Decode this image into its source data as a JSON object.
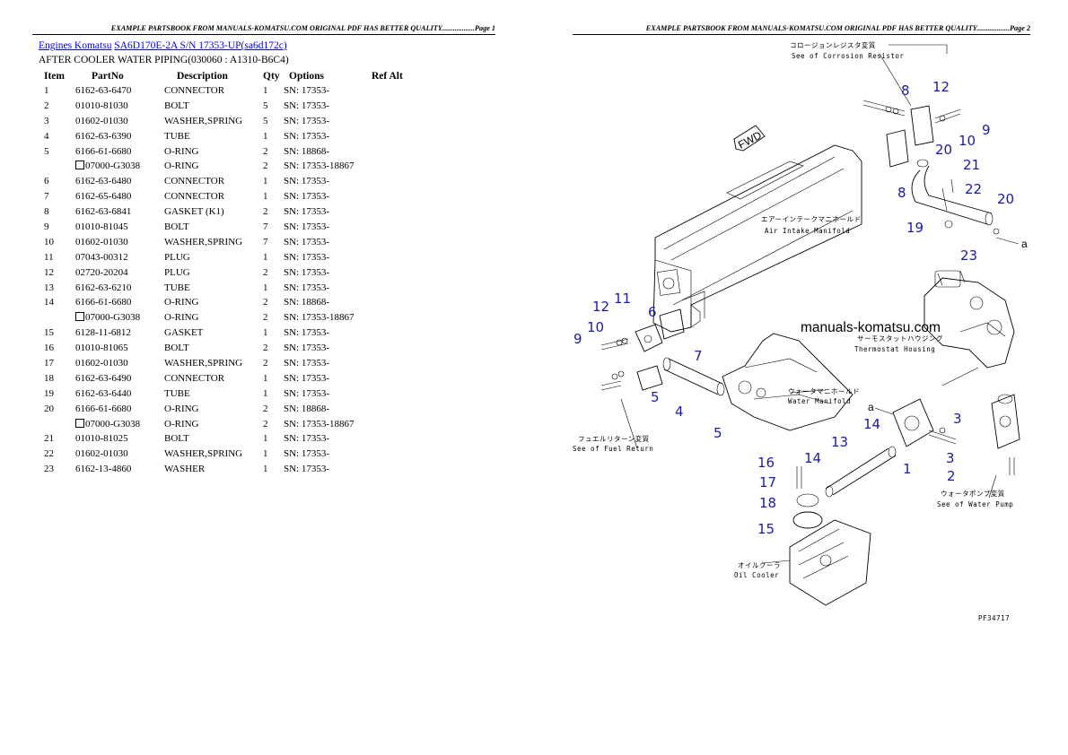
{
  "header": {
    "left": "EXAMPLE PARTSBOOK FROM MANUALS-KOMATSU.COM ORIGINAL PDF HAS BETTER QUALITY..................Page 1",
    "right": "EXAMPLE PARTSBOOK FROM MANUALS-KOMATSU.COM ORIGINAL PDF HAS BETTER QUALITY..................Page 2"
  },
  "breadcrumb": {
    "link1": "Engines Komatsu",
    "link2": "SA6D170E-2A S/N 17353-UP(sa6d172c)"
  },
  "subtitle": "AFTER COOLER WATER PIPING(030060 : A1310-B6C4)",
  "table": {
    "headers": {
      "item": "Item",
      "partno": "PartNo",
      "desc": "Description",
      "qty": "Qty",
      "options": "Options",
      "refalt": "Ref Alt"
    },
    "rows": [
      {
        "item": "1",
        "partno": "6162-63-6470",
        "desc": "CONNECTOR",
        "qty": "1",
        "options": "SN: 17353-"
      },
      {
        "item": "2",
        "partno": "01010-81030",
        "desc": "BOLT",
        "qty": "5",
        "options": "SN: 17353-"
      },
      {
        "item": "3",
        "partno": "01602-01030",
        "desc": "WASHER,SPRING",
        "qty": "5",
        "options": "SN: 17353-"
      },
      {
        "item": "4",
        "partno": "6162-63-6390",
        "desc": "TUBE",
        "qty": "1",
        "options": "SN: 17353-"
      },
      {
        "item": "5",
        "partno": "6166-61-6680",
        "desc": "O-RING",
        "qty": "2",
        "options": "SN: 18868-"
      },
      {
        "item": "",
        "partno": "07000-G3038",
        "alt": true,
        "desc": "O-RING",
        "qty": "2",
        "options": "SN: 17353-18867"
      },
      {
        "item": "6",
        "partno": "6162-63-6480",
        "desc": "CONNECTOR",
        "qty": "1",
        "options": "SN: 17353-"
      },
      {
        "item": "7",
        "partno": "6162-65-6480",
        "desc": "CONNECTOR",
        "qty": "1",
        "options": "SN: 17353-"
      },
      {
        "item": "8",
        "partno": "6162-63-6841",
        "desc": "GASKET (K1)",
        "qty": "2",
        "options": "SN: 17353-"
      },
      {
        "item": "9",
        "partno": "01010-81045",
        "desc": "BOLT",
        "qty": "7",
        "options": "SN: 17353-"
      },
      {
        "item": "10",
        "partno": "01602-01030",
        "desc": "WASHER,SPRING",
        "qty": "7",
        "options": "SN: 17353-"
      },
      {
        "item": "11",
        "partno": "07043-00312",
        "desc": "PLUG",
        "qty": "1",
        "options": "SN: 17353-"
      },
      {
        "item": "12",
        "partno": "02720-20204",
        "desc": "PLUG",
        "qty": "2",
        "options": "SN: 17353-"
      },
      {
        "item": "13",
        "partno": "6162-63-6210",
        "desc": "TUBE",
        "qty": "1",
        "options": "SN: 17353-"
      },
      {
        "item": "14",
        "partno": "6166-61-6680",
        "desc": "O-RING",
        "qty": "2",
        "options": "SN: 18868-"
      },
      {
        "item": "",
        "partno": "07000-G3038",
        "alt": true,
        "desc": "O-RING",
        "qty": "2",
        "options": "SN: 17353-18867"
      },
      {
        "item": "15",
        "partno": "6128-11-6812",
        "desc": "GASKET",
        "qty": "1",
        "options": "SN: 17353-"
      },
      {
        "item": "16",
        "partno": "01010-81065",
        "desc": "BOLT",
        "qty": "2",
        "options": "SN: 17353-"
      },
      {
        "item": "17",
        "partno": "01602-01030",
        "desc": "WASHER,SPRING",
        "qty": "2",
        "options": "SN: 17353-"
      },
      {
        "item": "18",
        "partno": "6162-63-6490",
        "desc": "CONNECTOR",
        "qty": "1",
        "options": "SN: 17353-"
      },
      {
        "item": "19",
        "partno": "6162-63-6440",
        "desc": "TUBE",
        "qty": "1",
        "options": "SN: 17353-"
      },
      {
        "item": "20",
        "partno": "6166-61-6680",
        "desc": "O-RING",
        "qty": "2",
        "options": "SN: 18868-"
      },
      {
        "item": "",
        "partno": "07000-G3038",
        "alt": true,
        "desc": "O-RING",
        "qty": "2",
        "options": "SN: 17353-18867"
      },
      {
        "item": "21",
        "partno": "01010-81025",
        "desc": "BOLT",
        "qty": "1",
        "options": "SN: 17353-"
      },
      {
        "item": "22",
        "partno": "01602-01030",
        "desc": "WASHER,SPRING",
        "qty": "1",
        "options": "SN: 17353-"
      },
      {
        "item": "23",
        "partno": "6162-13-4860",
        "desc": "WASHER",
        "qty": "1",
        "options": "SN: 17353-"
      }
    ]
  },
  "diagram": {
    "watermark": "manuals-komatsu.com",
    "labels": {
      "corrosion_jp": "コロージョンレジスタ変質",
      "corrosion_en": "See of Corrosion Resistor",
      "air_intake_jp": "エアーインテークマニホールド",
      "air_intake_en": "Air Intake Manifold",
      "thermostat_jp": "サーモスタットハウジング",
      "thermostat_en": "Thermostat Housing",
      "water_manifold_jp": "ウォータマニホールド",
      "water_manifold_en": "Water Manifold",
      "fuel_return_jp": "フュエルリターン変質",
      "fuel_return_en": "See of Fuel Return",
      "water_pump_jp": "ウォータポンプ変質",
      "water_pump_en": "See of Water Pump",
      "oil_cooler_jp": "オイルクーラ",
      "oil_cooler_en": "Oil Cooler",
      "fwd": "FWD",
      "marker_a": "a",
      "figure_code": "PF34717"
    },
    "callouts": [
      "1",
      "2",
      "3",
      "3",
      "4",
      "5",
      "5",
      "6",
      "7",
      "8",
      "8",
      "9",
      "9",
      "10",
      "10",
      "11",
      "12",
      "12",
      "13",
      "14",
      "14",
      "15",
      "16",
      "17",
      "18",
      "19",
      "20",
      "20",
      "21",
      "22",
      "23"
    ]
  }
}
